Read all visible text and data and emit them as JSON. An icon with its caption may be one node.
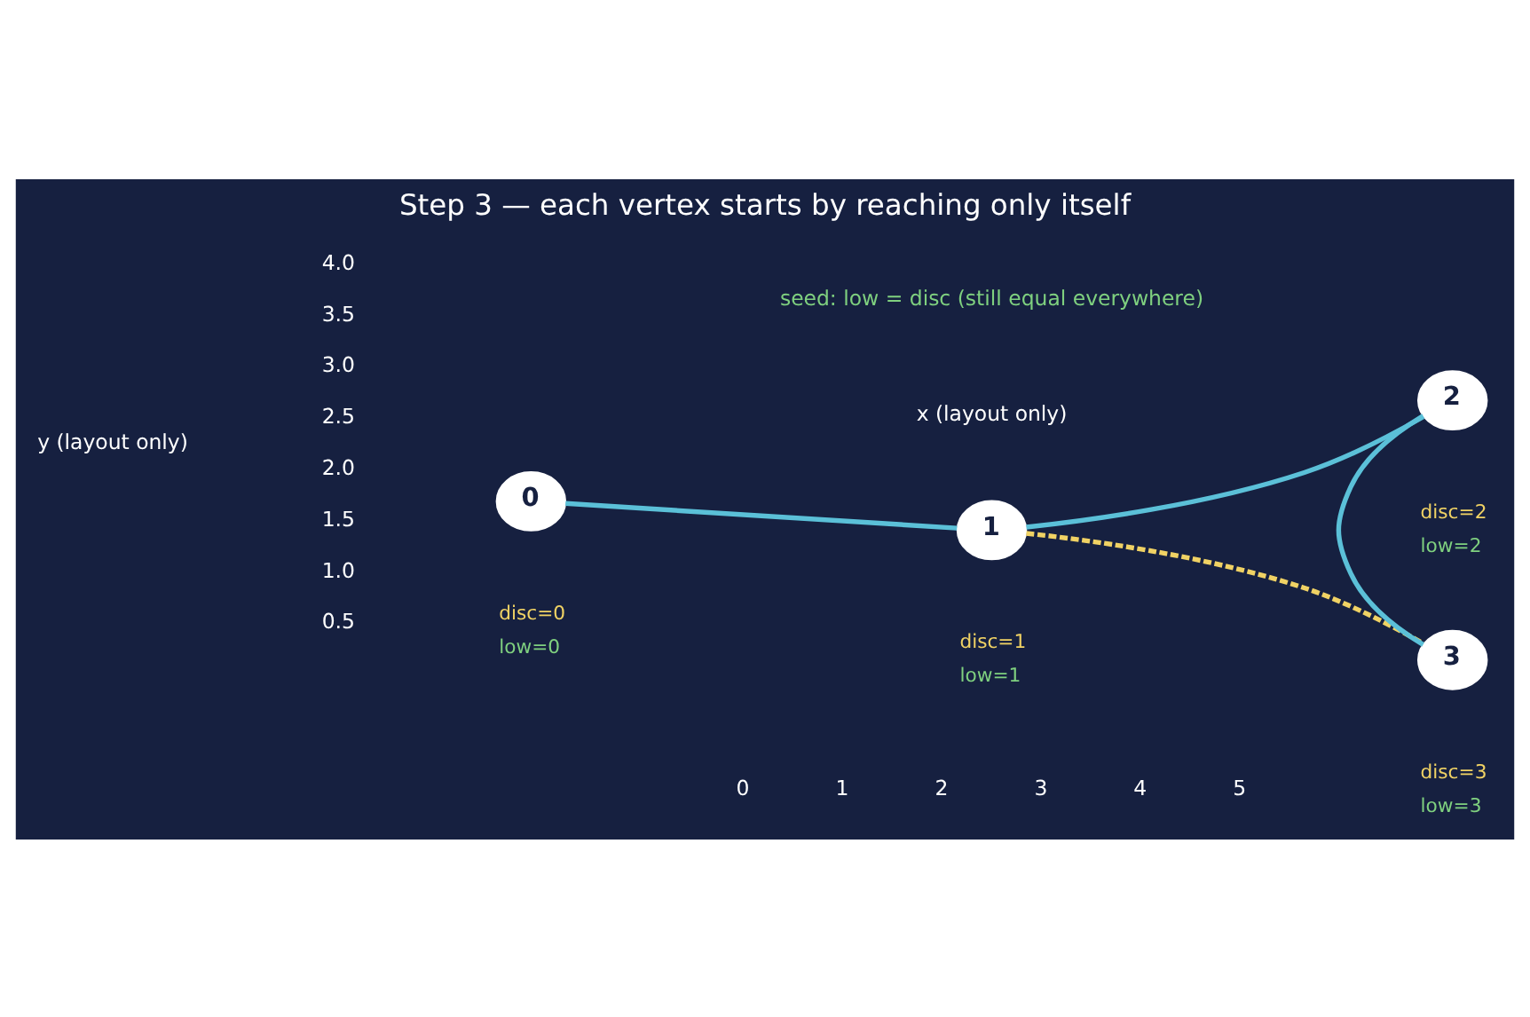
{
  "diagram": {
    "title": "Step 3 — each vertex starts by reaching only itself",
    "nodes": [
      {
        "text": [
          "0"
        ],
        "beside": [
          "disc=0",
          "low=0"
        ]
      },
      {
        "text": [
          "1"
        ],
        "beside": [
          "disc=1",
          "low=1"
        ]
      },
      {
        "text": [
          "2"
        ],
        "beside": [
          "disc=2",
          "low=2"
        ]
      },
      {
        "text": [
          "3"
        ],
        "beside": [
          "disc=3",
          "low=3"
        ]
      }
    ],
    "edges": [
      {
        "from": 0,
        "to": 1,
        "arrow": "none"
      },
      {
        "from": 1,
        "to": 2,
        "arrow": "none"
      },
      {
        "from": 2,
        "to": 3,
        "arrow": "none"
      },
      {
        "from": 1,
        "to": 3,
        "arrow": "none",
        "style": "dashed",
        "color": "#f0d264"
      }
    ],
    "labels": [
      "seed: low = disc (still equal everywhere)",
      "4.0",
      "3.5",
      "3.0",
      "2.5",
      "2.0",
      "1.5",
      "1.0",
      "0.5",
      "y (layout only)",
      "0",
      "1",
      "2",
      "3",
      "4",
      "5",
      "x (layout only)"
    ]
  }
}
